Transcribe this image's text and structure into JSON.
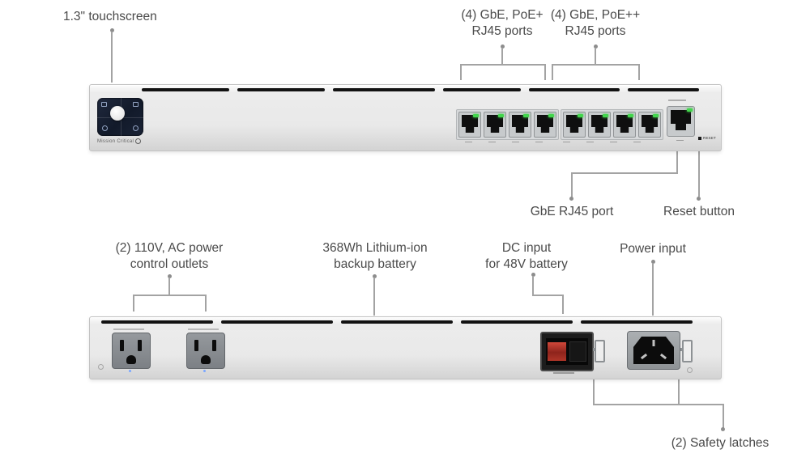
{
  "device": {
    "brand_label": "Mission Critical",
    "reset_marking": "RESET"
  },
  "colors": {
    "label_text": "#4a4a4a",
    "leader_line": "#a3a3a3",
    "chassis_light": "#ececec",
    "chassis_dark": "#d3d3d3",
    "screen_bg": "#131a2a",
    "led_green": "#43d64d",
    "dc_red": "#b03528",
    "outlet_gray": "#85898d"
  },
  "callouts": {
    "front": {
      "touchscreen": {
        "label": "1.3\" touchscreen"
      },
      "poe_plus": {
        "line1": "(4) GbE, PoE+",
        "line2": "RJ45 ports"
      },
      "poe_plus_plus": {
        "line1": "(4) GbE, PoE++",
        "line2": "RJ45 ports"
      },
      "gbe_port": {
        "label": "GbE RJ45 port"
      },
      "reset": {
        "label": "Reset button"
      }
    },
    "rear": {
      "ac_outlets": {
        "line1": "(2) 110V, AC power",
        "line2": "control outlets"
      },
      "battery": {
        "line1": "368Wh Lithium-ion",
        "line2": "backup battery"
      },
      "dc_input": {
        "line1": "DC input",
        "line2": "for 48V battery"
      },
      "power_input": {
        "label": "Power input"
      },
      "safety_latches": {
        "label": "(2) Safety latches"
      }
    }
  }
}
